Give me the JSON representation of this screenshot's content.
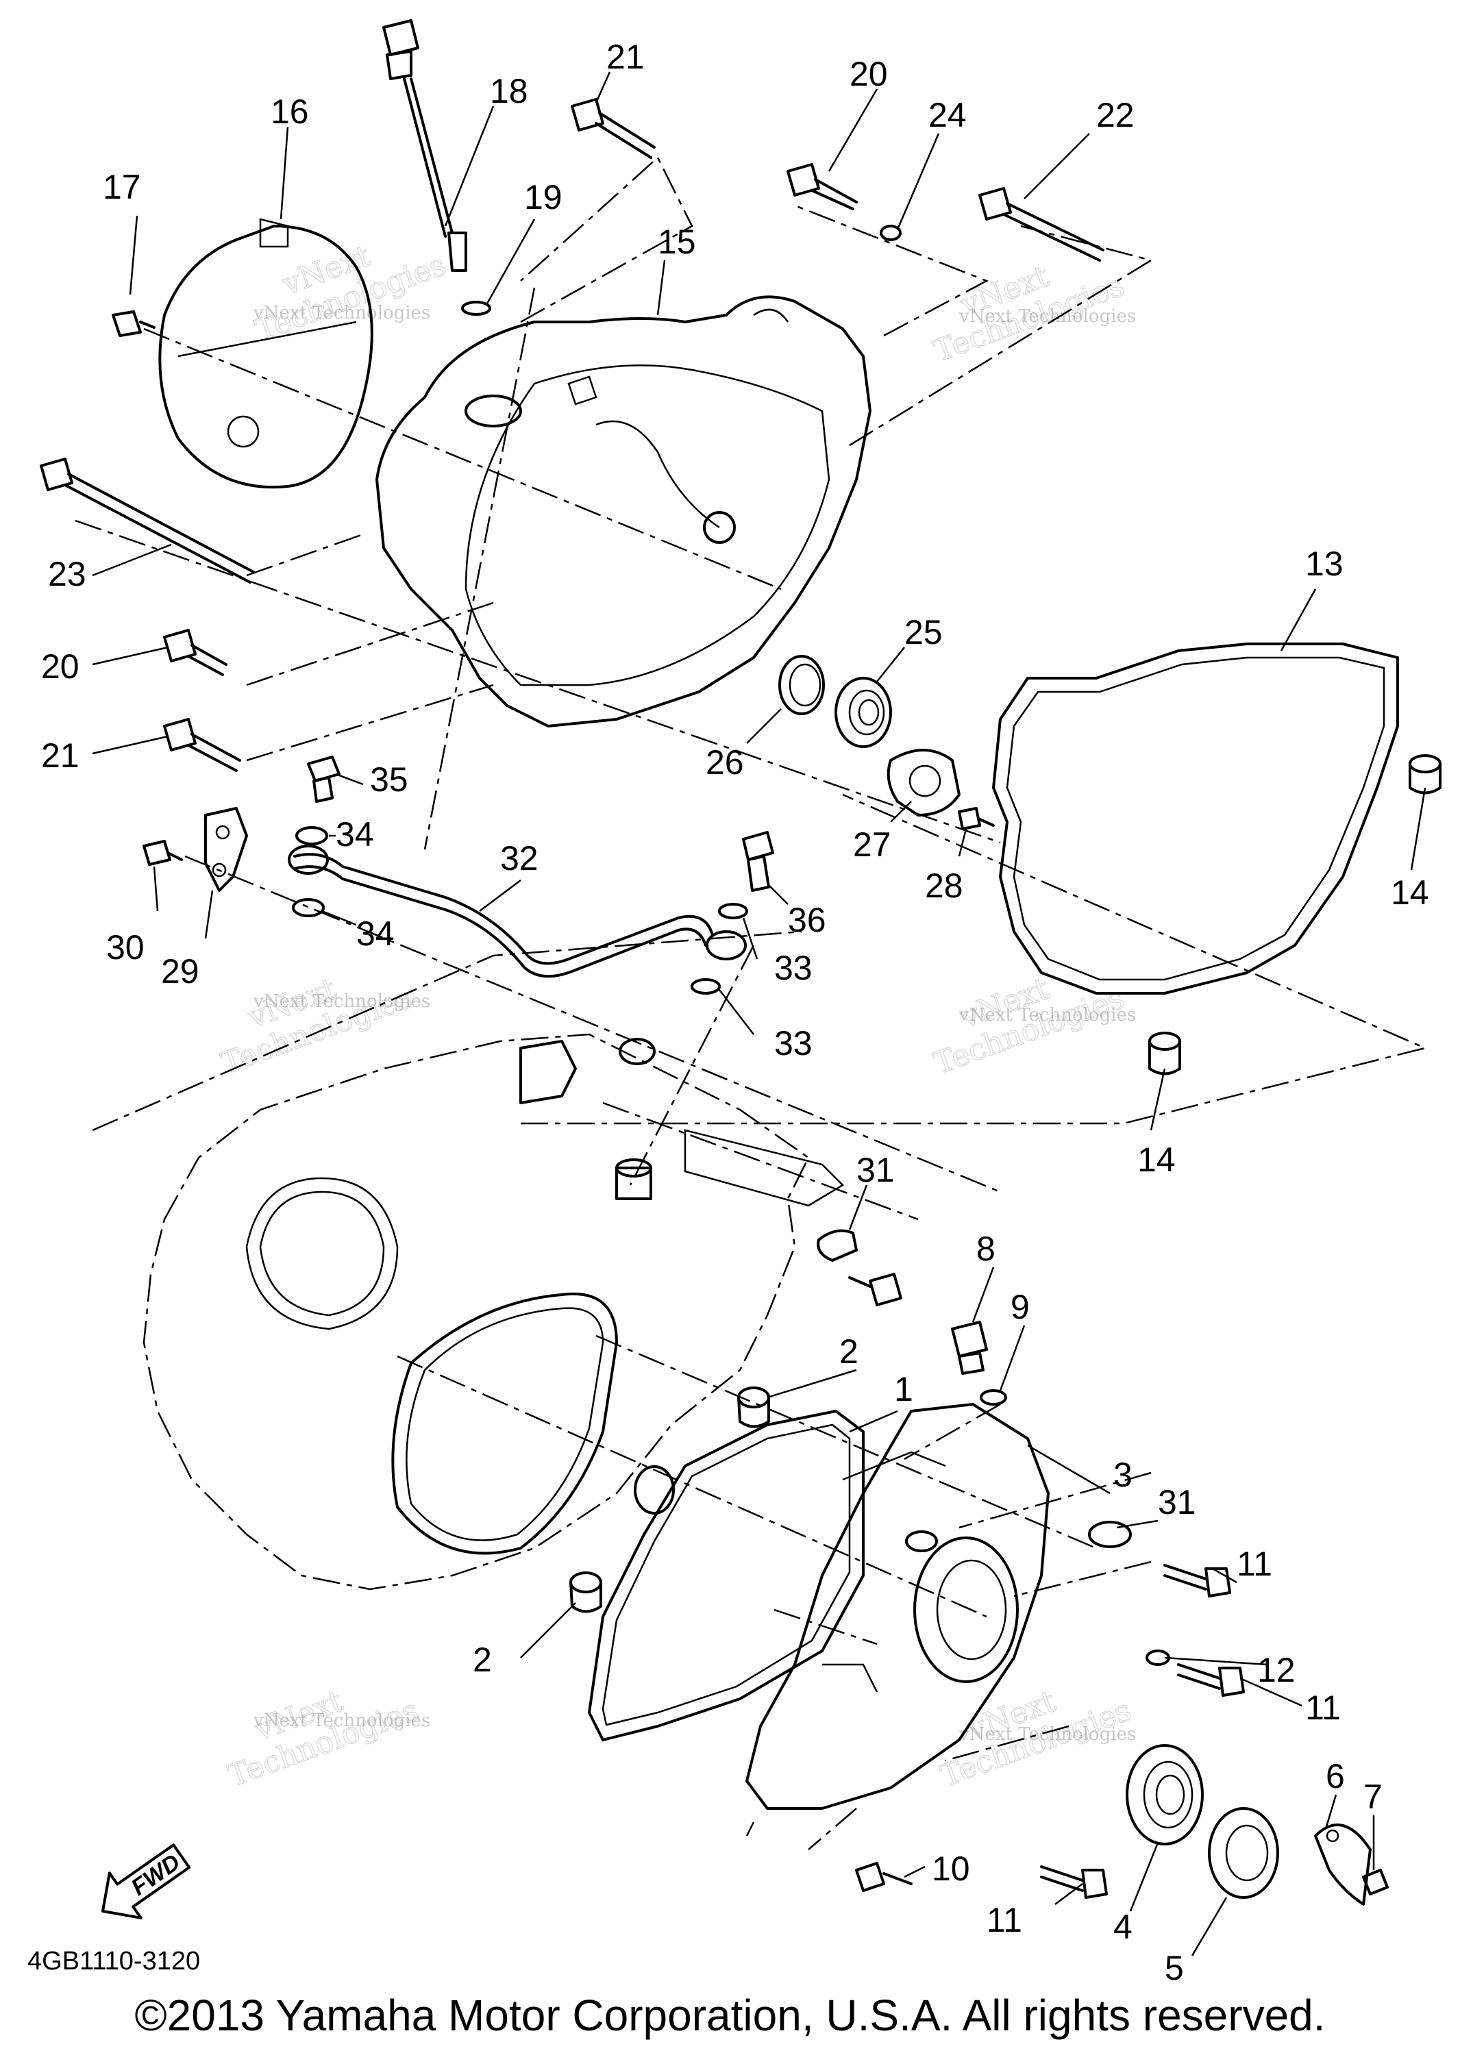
{
  "diagram_code": "4GB1110-3120",
  "copyright": "©2013 Yamaha Motor Corporation, U.S.A. All rights reserved.",
  "fwd_label": "FWD",
  "watermark": {
    "line1": "vNext",
    "line2": "Technologies",
    "line3": "vNext Technologies"
  },
  "callouts": [
    {
      "id": "1",
      "label": "1"
    },
    {
      "id": "2a",
      "label": "2"
    },
    {
      "id": "2b",
      "label": "2"
    },
    {
      "id": "3",
      "label": "3"
    },
    {
      "id": "4",
      "label": "4"
    },
    {
      "id": "5",
      "label": "5"
    },
    {
      "id": "6",
      "label": "6"
    },
    {
      "id": "7",
      "label": "7"
    },
    {
      "id": "8",
      "label": "8"
    },
    {
      "id": "9",
      "label": "9"
    },
    {
      "id": "10",
      "label": "10"
    },
    {
      "id": "11a",
      "label": "11"
    },
    {
      "id": "11b",
      "label": "11"
    },
    {
      "id": "11c",
      "label": "11"
    },
    {
      "id": "12",
      "label": "12"
    },
    {
      "id": "13",
      "label": "13"
    },
    {
      "id": "14a",
      "label": "14"
    },
    {
      "id": "14b",
      "label": "14"
    },
    {
      "id": "15",
      "label": "15"
    },
    {
      "id": "16",
      "label": "16"
    },
    {
      "id": "17",
      "label": "17"
    },
    {
      "id": "18",
      "label": "18"
    },
    {
      "id": "19",
      "label": "19"
    },
    {
      "id": "20a",
      "label": "20"
    },
    {
      "id": "20b",
      "label": "20"
    },
    {
      "id": "21a",
      "label": "21"
    },
    {
      "id": "21b",
      "label": "21"
    },
    {
      "id": "22",
      "label": "22"
    },
    {
      "id": "23",
      "label": "23"
    },
    {
      "id": "24",
      "label": "24"
    },
    {
      "id": "25",
      "label": "25"
    },
    {
      "id": "26",
      "label": "26"
    },
    {
      "id": "27",
      "label": "27"
    },
    {
      "id": "28",
      "label": "28"
    },
    {
      "id": "29",
      "label": "29"
    },
    {
      "id": "30",
      "label": "30"
    },
    {
      "id": "31a",
      "label": "31"
    },
    {
      "id": "31b",
      "label": "31"
    },
    {
      "id": "32",
      "label": "32"
    },
    {
      "id": "33a",
      "label": "33"
    },
    {
      "id": "33b",
      "label": "33"
    },
    {
      "id": "34a",
      "label": "34"
    },
    {
      "id": "34b",
      "label": "34"
    },
    {
      "id": "35",
      "label": "35"
    },
    {
      "id": "36",
      "label": "36"
    }
  ]
}
